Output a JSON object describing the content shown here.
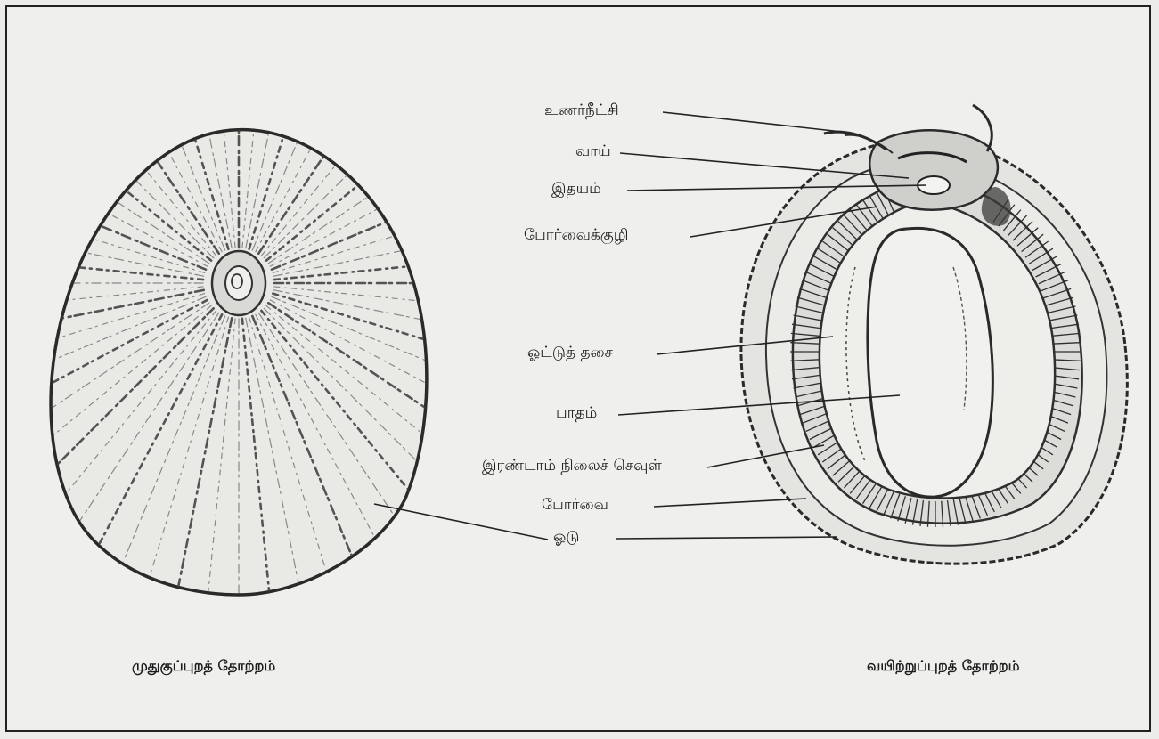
{
  "labels": {
    "tentacle": "உணர்நீட்சி",
    "mouth": "வாய்",
    "heart": "இதயம்",
    "mantle_cavity": "போர்வைக்குழி",
    "shell_muscle": "ஓட்டுத் தசை",
    "foot": "பாதம்",
    "secondary_gill": "இரண்டாம் நிலைச் செவுள்",
    "mantle": "போர்வை",
    "shell": "ஓடு"
  },
  "captions": {
    "dorsal_view": "முதுகுப்புறத் தோற்றம்",
    "ventral_view": "வயிற்றுப்புறத் தோற்றம்"
  }
}
